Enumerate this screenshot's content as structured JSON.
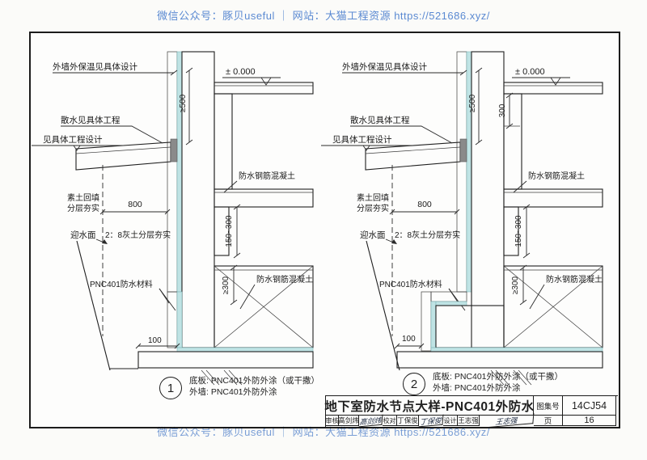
{
  "watermark": {
    "top": "微信公众号：豚贝useful ｜ 网站：大猫工程资源 https://521686.xyz/",
    "bottom": "微信公众号：豚贝useful ｜ 网站：大猫工程资源 https://521686.xyz/",
    "color": "#5b8ad2"
  },
  "details": {
    "labels": {
      "insulation": "外墙外保温见具体设计",
      "level": "± 0.000",
      "apron": "散水见具体工程",
      "see_design": "见具体工程设计",
      "backfill1": "素土回填",
      "backfill2": "分层夯实",
      "water_face": "迎水面",
      "lime_soil": "2：8灰土分层夯实",
      "pnc_material": "PNC401防水材料",
      "rc_concrete": "防水钢筋混凝土"
    },
    "dims": {
      "d500": "≥500",
      "d800": "800",
      "d150_300": "150~300",
      "d300": "≥300",
      "d100": "100",
      "d300b": "300"
    },
    "colors": {
      "waterproof_cyan": "#bfe3e4",
      "line_ink": "#1f1f1f"
    }
  },
  "captions": {
    "no1": "1",
    "no2": "2",
    "line1": "底板: PNC401外防外涂（或干撒）",
    "line2": "外墙: PNC401外防外涂"
  },
  "titleblock": {
    "title": "地下室防水节点大样-PNC401外防水",
    "atlas_label": "图集号",
    "atlas_no": "14CJ54",
    "review_label": "审核",
    "reviewer": "高剑炜",
    "sig1": "高剑炜",
    "proof_label": "校对",
    "proofreader": "丁保俊",
    "sig2": "丁保俊",
    "design_label": "设计",
    "designer": "王志强",
    "sig3": "王志强",
    "page_label": "页",
    "page_no": "16"
  }
}
